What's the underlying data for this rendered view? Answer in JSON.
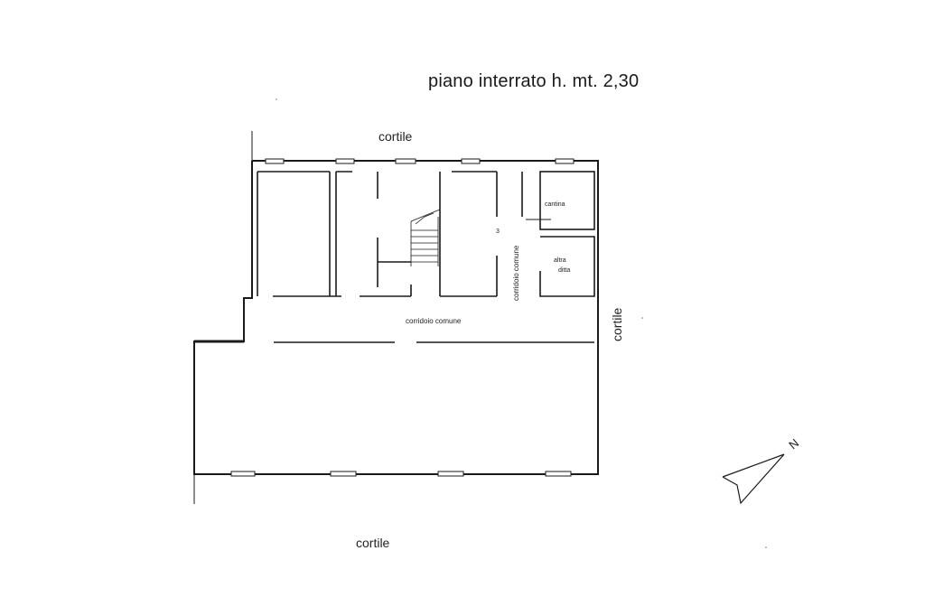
{
  "title": "piano interrato h. mt. 2,30",
  "labels": {
    "cortile_top": "cortile",
    "cortile_right": "cortile",
    "cortile_bottom": "cortile",
    "corridor_main": "corridoio comune",
    "corridor_vertical": "corridoio comune",
    "cantina": "cantina",
    "altra_line1": "altra",
    "altra_line2": "ditta",
    "room_number": "3"
  },
  "north_arrow": {
    "letter": "N"
  },
  "colors": {
    "wall": "#1a1a1a",
    "background": "#ffffff"
  }
}
